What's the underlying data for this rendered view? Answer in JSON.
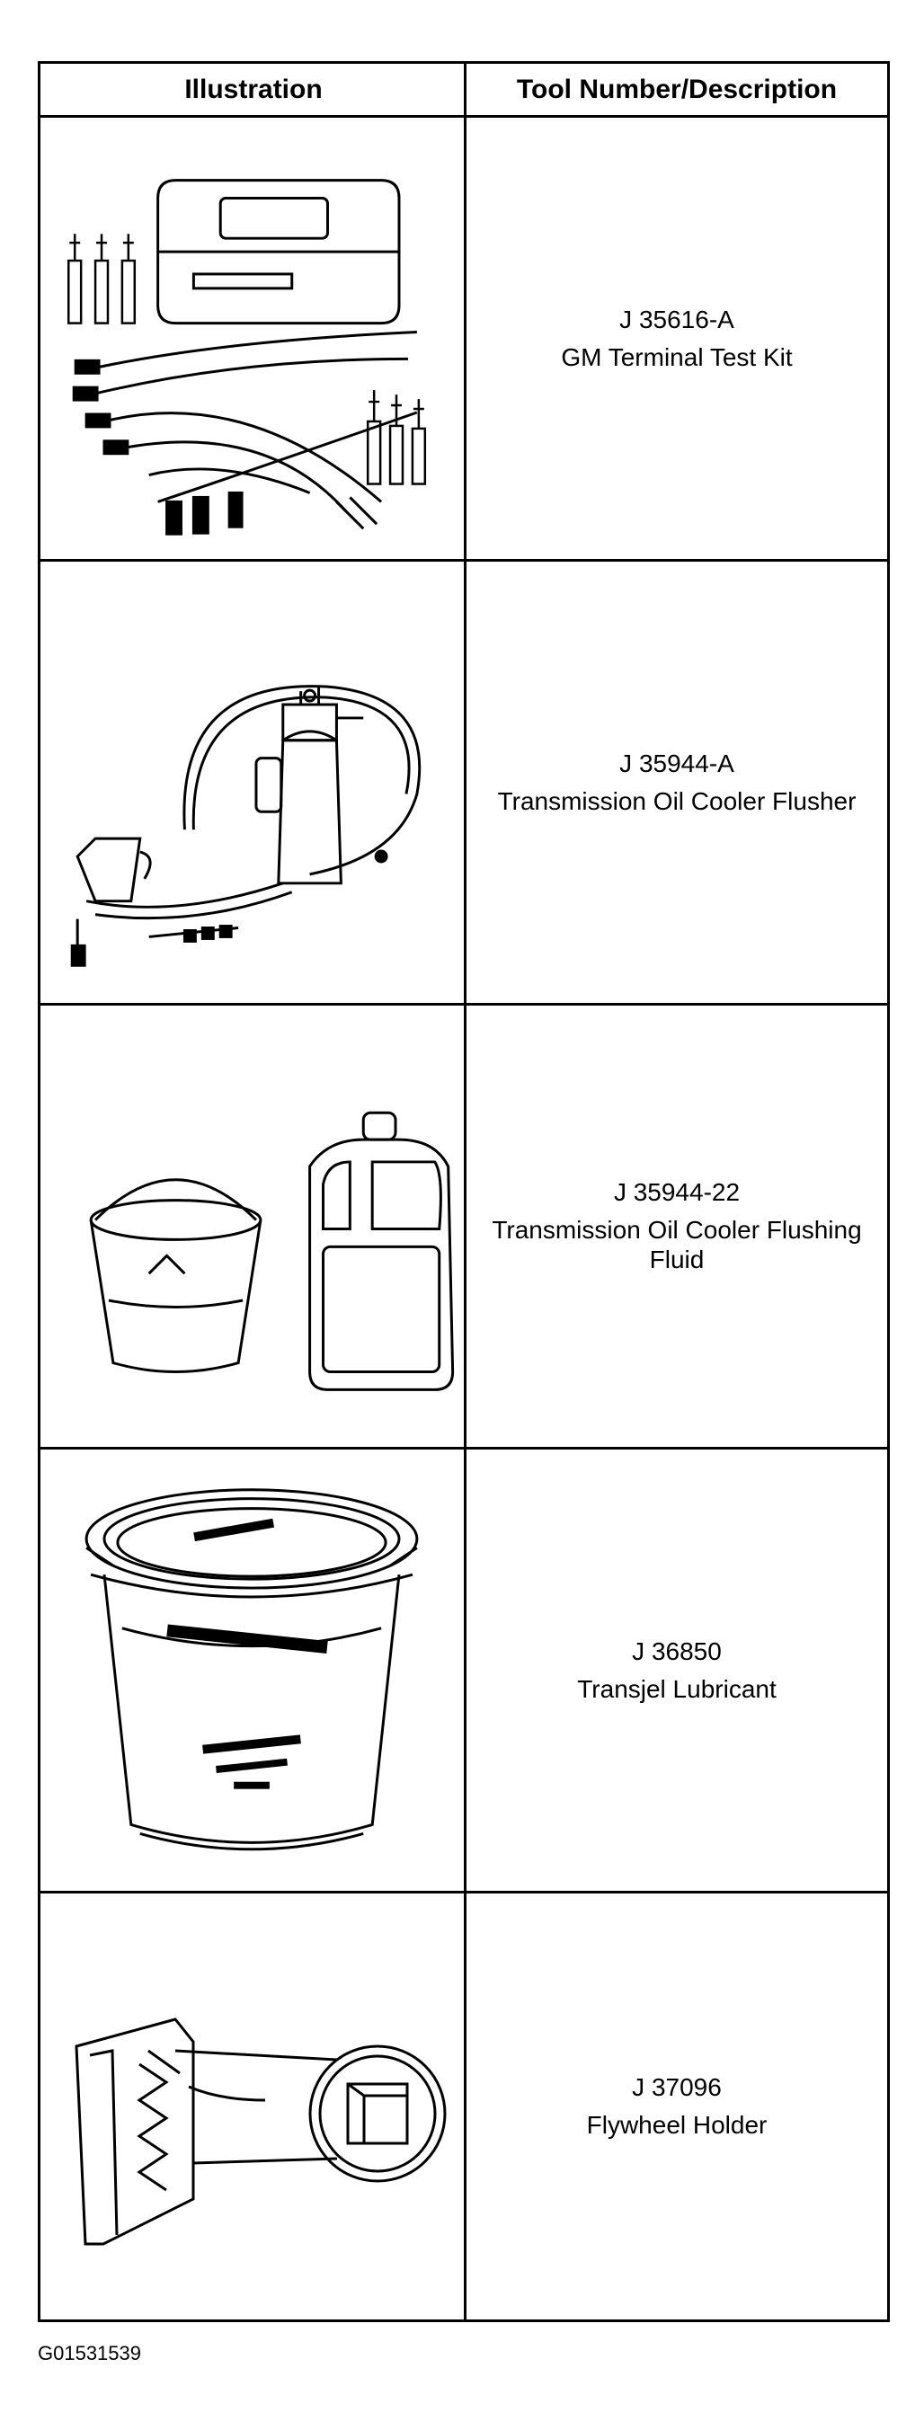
{
  "table": {
    "header_illustration": "Illustration",
    "header_tool": "Tool Number/Description",
    "rows": [
      {
        "tool_number": "J 35616-A",
        "description": "GM Terminal Test Kit",
        "illustration_icon": "terminal-test-kit-icon"
      },
      {
        "tool_number": "J 35944-A",
        "description": "Transmission Oil Cooler Flusher",
        "illustration_icon": "oil-cooler-flusher-icon"
      },
      {
        "tool_number": "J 35944-22",
        "description": "Transmission Oil Cooler Flushing Fluid",
        "illustration_icon": "flushing-fluid-icon"
      },
      {
        "tool_number": "J 36850",
        "description": "Transjel Lubricant",
        "illustration_icon": "lubricant-tub-icon"
      },
      {
        "tool_number": "J 37096",
        "description": "Flywheel Holder",
        "illustration_icon": "flywheel-holder-icon"
      }
    ]
  },
  "figure_id": "G01531539",
  "colors": {
    "line": "#000000",
    "background": "#ffffff"
  }
}
